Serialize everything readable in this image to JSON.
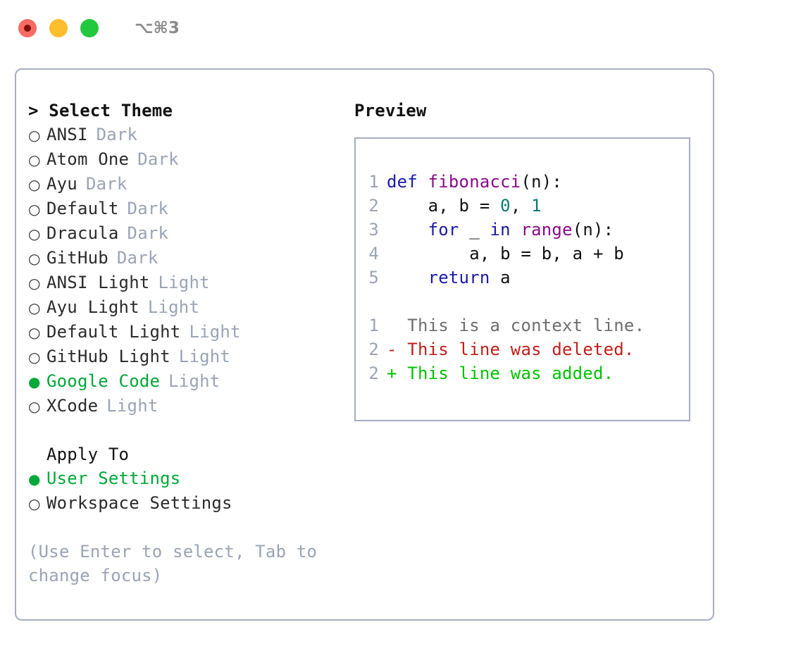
{
  "window": {
    "title": "⌥⌘3",
    "controls": [
      {
        "name": "close",
        "color": "#fb6a63"
      },
      {
        "name": "minimize",
        "color": "#fcbe2d"
      },
      {
        "name": "maximize",
        "color": "#22c93d"
      }
    ]
  },
  "theme_picker": {
    "heading": "> Select Theme",
    "bullet_off": "○",
    "bullet_on": "●",
    "selected_color": "#00a838",
    "tag_color": "#9aa4b5",
    "options": [
      {
        "label": "ANSI",
        "tag": "Dark",
        "selected": false
      },
      {
        "label": "Atom One",
        "tag": "Dark",
        "selected": false
      },
      {
        "label": "Ayu",
        "tag": "Dark",
        "selected": false
      },
      {
        "label": "Default",
        "tag": "Dark",
        "selected": false
      },
      {
        "label": "Dracula",
        "tag": "Dark",
        "selected": false
      },
      {
        "label": "GitHub",
        "tag": "Dark",
        "selected": false
      },
      {
        "label": "ANSI Light",
        "tag": "Light",
        "selected": false
      },
      {
        "label": "Ayu Light",
        "tag": "Light",
        "selected": false
      },
      {
        "label": "Default Light",
        "tag": "Light",
        "selected": false
      },
      {
        "label": "GitHub Light",
        "tag": "Light",
        "selected": false
      },
      {
        "label": "Google Code",
        "tag": "Light",
        "selected": true
      },
      {
        "label": "XCode",
        "tag": "Light",
        "selected": false
      }
    ]
  },
  "apply_to": {
    "heading": "Apply To",
    "options": [
      {
        "label": "User Settings",
        "selected": true
      },
      {
        "label": "Workspace Settings",
        "selected": false
      }
    ]
  },
  "hint": "(Use Enter to select, Tab to change focus)",
  "preview": {
    "heading": "Preview",
    "syntax_colors": {
      "keyword": "#1a1aa8",
      "function": "#8a0a8a",
      "number": "#0a7a7a",
      "plain": "#111111",
      "gutter": "#9aa4b5",
      "diff_context": "#6e6e6e",
      "diff_deleted": "#c0201a",
      "diff_added": "#00c400"
    },
    "code_lines": [
      {
        "num": "1",
        "tokens": [
          {
            "t": "def",
            "c": "kw"
          },
          {
            "t": " ",
            "c": "pln"
          },
          {
            "t": "fibonacci",
            "c": "fn"
          },
          {
            "t": "(n):",
            "c": "pln"
          }
        ]
      },
      {
        "num": "2",
        "tokens": [
          {
            "t": "    a, b = ",
            "c": "pln"
          },
          {
            "t": "0",
            "c": "num"
          },
          {
            "t": ", ",
            "c": "pln"
          },
          {
            "t": "1",
            "c": "num"
          }
        ]
      },
      {
        "num": "3",
        "tokens": [
          {
            "t": "    ",
            "c": "pln"
          },
          {
            "t": "for",
            "c": "kw"
          },
          {
            "t": " _ ",
            "c": "pln"
          },
          {
            "t": "in",
            "c": "kw"
          },
          {
            "t": " ",
            "c": "pln"
          },
          {
            "t": "range",
            "c": "fn"
          },
          {
            "t": "(n):",
            "c": "pln"
          }
        ]
      },
      {
        "num": "4",
        "tokens": [
          {
            "t": "        a, b = b, a + b",
            "c": "pln"
          }
        ]
      },
      {
        "num": "5",
        "tokens": [
          {
            "t": "    ",
            "c": "pln"
          },
          {
            "t": "return",
            "c": "kw"
          },
          {
            "t": " a",
            "c": "pln"
          }
        ]
      }
    ],
    "diff_lines": [
      {
        "num": "1",
        "text": "  This is a context line.",
        "kind": "ctx"
      },
      {
        "num": "2",
        "text": "- This line was deleted.",
        "kind": "del"
      },
      {
        "num": "2",
        "text": "+ This line was added.",
        "kind": "add"
      }
    ]
  }
}
